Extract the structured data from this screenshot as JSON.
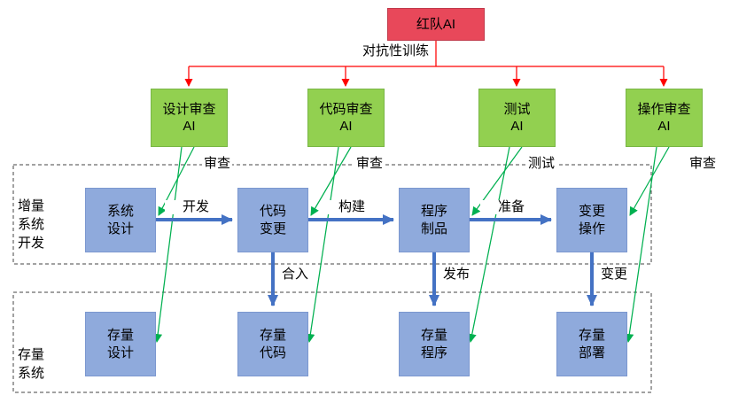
{
  "red_team": {
    "label": "红队AI"
  },
  "training_edge_label": "对抗性训练",
  "reviewers": [
    {
      "label": "设计审查\nAI",
      "action": "审查"
    },
    {
      "label": "代码审查\nAI",
      "action": "审查"
    },
    {
      "label": "测试\nAI",
      "action": "测试"
    },
    {
      "label": "操作审查\nAI",
      "action": "审查"
    }
  ],
  "regions": [
    {
      "label": "增量\n系统\n开发"
    },
    {
      "label": "存量\n系统"
    }
  ],
  "incremental_nodes": [
    {
      "label": "系统\n设计"
    },
    {
      "label": "代码\n变更"
    },
    {
      "label": "程序\n制品"
    },
    {
      "label": "变更\n操作"
    }
  ],
  "stock_nodes": [
    {
      "label": "存量\n设计"
    },
    {
      "label": "存量\n代码"
    },
    {
      "label": "存量\n程序"
    },
    {
      "label": "存量\n部署"
    }
  ],
  "flow_labels": {
    "develop": "开发",
    "build": "构建",
    "prepare": "准备",
    "merge": "合入",
    "release": "发布",
    "change": "变更"
  },
  "colors": {
    "red_box": "#e8485a",
    "red_line": "#ff0000",
    "green_box": "#92d050",
    "green_line": "#00b050",
    "blue_box": "#8faadc",
    "blue_arrow": "#4472c4"
  }
}
